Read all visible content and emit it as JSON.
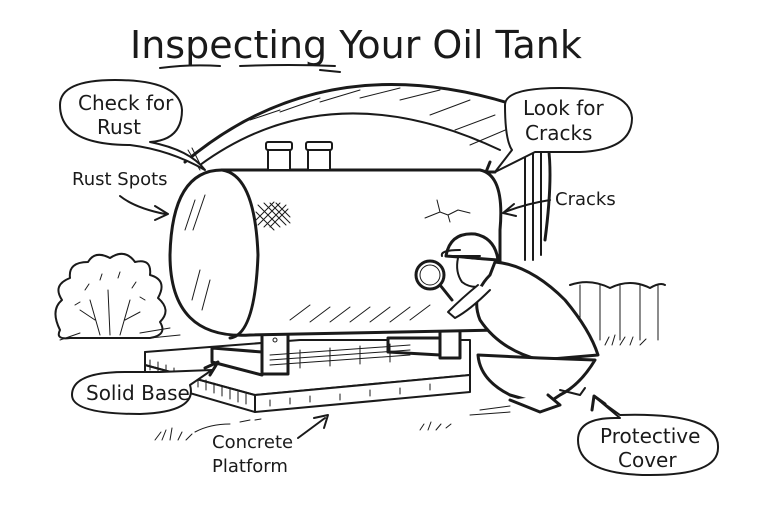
{
  "title": "Inspecting Your Oil Tank",
  "callouts": {
    "check_for_rust": [
      "Check for",
      "Rust"
    ],
    "look_for_cracks": [
      "Look for",
      "Cracks"
    ],
    "solid_base": [
      "Solid Base"
    ],
    "protective_cover": [
      "Protective",
      "Cover"
    ]
  },
  "labels": {
    "rust_spots": "Rust Spots",
    "cracks": "Cracks",
    "concrete_platform": [
      "Concrete",
      "Platform"
    ]
  },
  "colors": {
    "ink": "#1a1a1a",
    "background": "#ffffff"
  }
}
